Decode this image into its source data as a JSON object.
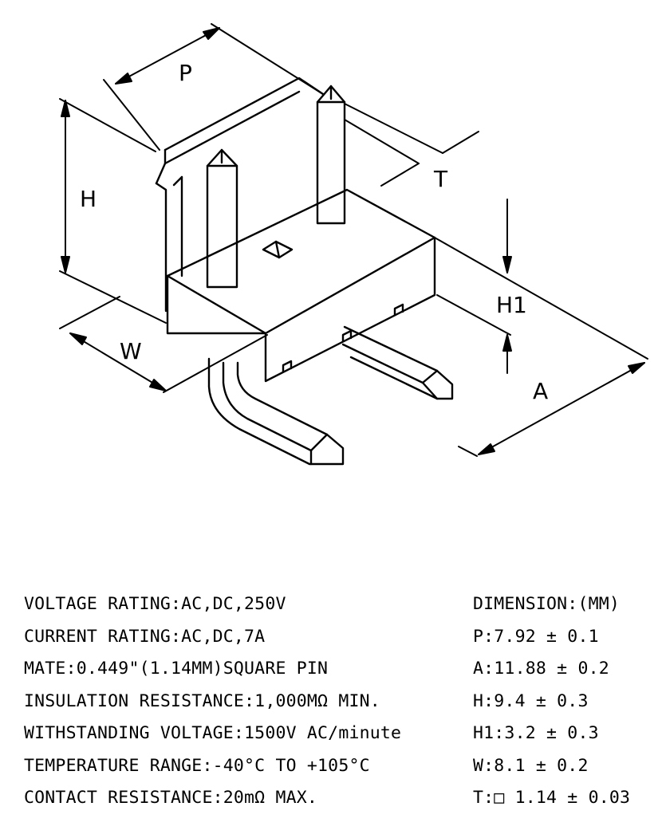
{
  "drawing": {
    "labels": {
      "p": "P",
      "t": "T",
      "h": "H",
      "h1": "H1",
      "w": "W",
      "a": "A"
    }
  },
  "specs": [
    "VOLTAGE RATING:AC,DC,250V",
    "CURRENT RATING:AC,DC,7A",
    "MATE:0.449\"(1.14MM)SQUARE PIN",
    "INSULATION RESISTANCE:1,000MΩ  MIN.",
    "WITHSTANDING VOLTAGE:1500V AC/minute",
    "TEMPERATURE RANGE:-40°C TO +105°C",
    "CONTACT RESISTANCE:20mΩ  MAX."
  ],
  "dimensions": {
    "title": "DIMENSION:(MM)",
    "items": [
      "P:7.92 ± 0.1",
      "A:11.88 ± 0.2",
      "H:9.4 ± 0.3",
      "H1:3.2 ± 0.3",
      "W:8.1 ± 0.2",
      "T:□ 1.14 ± 0.03"
    ]
  }
}
